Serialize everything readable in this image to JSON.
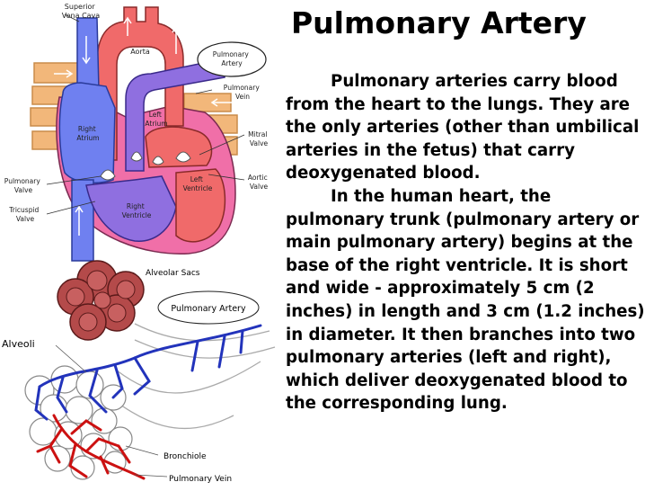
{
  "title": "Pulmonary Artery",
  "paragraphs": [
    "Pulmonary arteries carry blood from the heart to the lungs. They are the only arteries (other than umbilical arteries in the fetus) that carry deoxygenated blood.",
    "In the human heart, the pulmonary trunk (pulmonary artery or main pulmonary artery) begins at the base of the right ventricle. It is short and wide - approximately 5 cm (2 inches) in length and 3 cm (1.2 inches) in diameter. It then branches into two pulmonary arteries (left and right), which deliver deoxygenated blood to the corresponding lung."
  ],
  "heart_labels": {
    "superior_vena_cava": [
      "Superior",
      "Vena Cava"
    ],
    "aorta": "Aorta",
    "pulmonary_artery": [
      "Pulmonary",
      "Artery"
    ],
    "pulmonary_vein": [
      "Pulmonary",
      "Vein"
    ],
    "left_atrium": [
      "Left",
      "Atrium"
    ],
    "right_atrium": [
      "Right",
      "Atrium"
    ],
    "mitral_valve": [
      "Mitral",
      "Valve"
    ],
    "pulmonary_valve": [
      "Pulmonary",
      "Valve"
    ],
    "aortic_valve": [
      "Aortic",
      "Valve"
    ],
    "left_ventricle": [
      "Left",
      "Ventricle"
    ],
    "tricuspid_valve": [
      "Tricuspid",
      "Valve"
    ],
    "right_ventricle": [
      "Right",
      "Ventricle"
    ]
  },
  "lung_labels": {
    "alveolar_sacs": "Alveolar Sacs",
    "pulmonary_artery": "Pulmonary Artery",
    "alveoli": "Alveoli",
    "bronchiole": "Bronchiole",
    "pulmonary_vein": "Pulmonary Vein"
  },
  "colors": {
    "vein_blue": "#6f80f0",
    "artery_red": "#f06a6a",
    "pulmonary_artery_purple": "#8f6fe0",
    "pulmonary_vein_orange": "#f2b77a",
    "heart_pink": "#f06fa8",
    "alveolar_sac_red": "#b44a4a",
    "capillary_blue": "#2233bb",
    "capillary_red": "#cc1111"
  }
}
